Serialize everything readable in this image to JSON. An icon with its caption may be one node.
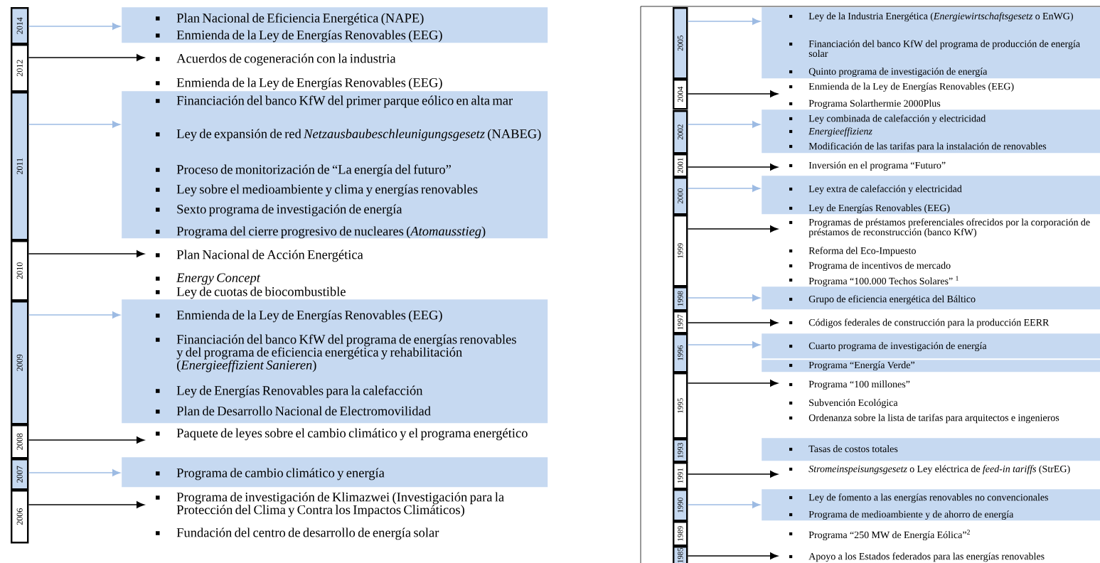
{
  "diagram": {
    "nodes": [
      {
        "text": [
          "2014"
        ]
      },
      {
        "text": [
          "Plan Nacional de Eficiencia Energética (NAPE)",
          "Enmienda de la Ley de Energías Renovables (EEG)"
        ]
      },
      {
        "text": [
          "2012"
        ]
      },
      {
        "text": [
          "Acuerdos de cogeneración con la industria",
          "Enmienda de la Ley de Energías Renovables (EEG)"
        ]
      },
      {
        "text": [
          "2011"
        ]
      },
      {
        "text": [
          "Financiación del banco KfW del primer parque eólico en alta mar",
          "Ley de expansión de red *Netzausbaubeschleunigungsgesetz* (NABEG)",
          "Proceso de monitorización de “La energía del futuro”",
          "Ley sobre el medioambiente y clima y energías renovables",
          "Sexto programa de investigación de energía",
          "Programa del cierre progresivo de nucleares (*Atomausstieg*)"
        ]
      },
      {
        "text": [
          "2010"
        ]
      },
      {
        "text": [
          "Plan Nacional de Acción Energética",
          "Energy Concept",
          "Ley de cuotas de biocombustible"
        ]
      },
      {
        "text": [
          "2009"
        ]
      },
      {
        "text": [
          "Enmienda de la Ley de Energías Renovables (EEG)",
          "Financiación del banco KfW del programa de energías renovables y del programa de eficiencia energética y rehabilitación (*Energieeffizient Sanieren*)",
          "Ley de Energías Renovables para la calefacción",
          "Plan de Desarrollo Nacional de Electromovilidad"
        ]
      },
      {
        "text": [
          "2008"
        ]
      },
      {
        "text": [
          "Paquete de leyes sobre el cambio climático y el programa energético"
        ]
      },
      {
        "text": [
          "2007"
        ]
      },
      {
        "text": [
          "Programa de cambio climático y energía"
        ]
      },
      {
        "text": [
          "2006"
        ]
      },
      {
        "text": [
          "Programa de investigación de Klimazwei (Investigación para la Protección del Clima y Contra los Impactos Climáticos)",
          "Fundación del centro de desarrollo de energía solar"
        ]
      },
      {
        "text": [
          "2005"
        ]
      },
      {
        "text": [
          "Ley de la Industria Energética (*Energiewirtschaftsgesetz* o EnWG)",
          "Financiación del banco KfW del programa de producción de energía solar",
          "Quinto programa de investigación de energía"
        ]
      },
      {
        "text": [
          "2004"
        ]
      },
      {
        "text": [
          "Enmienda de la Ley de Energías Renovables (EEG)",
          "Programa Solarthermie 2000Plus"
        ]
      },
      {
        "text": [
          "2002"
        ]
      },
      {
        "text": [
          "Ley combinada de calefacción y electricidad",
          "Energieeffizienz",
          "Modificación de las tarifas para la instalación de renovables"
        ]
      },
      {
        "text": [
          "2001"
        ]
      },
      {
        "text": [
          "Inversión en el programa “Futuro”"
        ]
      },
      {
        "text": [
          "2000"
        ]
      },
      {
        "text": [
          "Ley extra de calefacción y electricidad",
          "Ley de Energías Renovables (EEG)"
        ]
      },
      {
        "text": [
          "1999"
        ]
      },
      {
        "text": [
          "Programas de préstamos preferenciales ofrecidos por la corporación de préstamos de reconstrucción (banco KfW)",
          "Reforma del Eco-Impuesto",
          "Programa de incentivos de mercado",
          "Programa “100.000 Techos Solares” $^{1}$"
        ]
      },
      {
        "text": [
          "1998"
        ]
      },
      {
        "text": [
          "Grupo de eficiencia energética del Báltico"
        ]
      },
      {
        "text": [
          "1997"
        ]
      },
      {
        "text": [
          "Códigos federales de construcción para la producción EERR"
        ]
      },
      {
        "text": [
          "1996"
        ]
      },
      {
        "text": [
          "Cuarto programa de investigación de energía"
        ]
      },
      {
        "text": [
          "Programa “Energía Verde”"
        ]
      },
      {
        "text": [
          "1995"
        ]
      },
      {
        "text": [
          "Programa “100 millones”",
          "Subvención Ecológica",
          "Ordenanza sobre la lista de tarifas para arquitectos e ingenieros"
        ]
      },
      {
        "text": [
          "1993"
        ]
      },
      {
        "text": [
          "Tasas de costos totales"
        ]
      },
      {
        "text": [
          "1991"
        ]
      },
      {
        "text": [
          "*Stromeinspeisungsgesetz* o Ley eléctrica de *feed-in tariffs* (StrEG)"
        ]
      },
      {
        "text": [
          "1990"
        ]
      },
      {
        "text": [
          "Ley de fomento a las energías renovables no convencionales",
          "Programa de medioambiente y de ahorro de energía"
        ]
      },
      {
        "text": [
          "1989"
        ]
      },
      {
        "text": [
          "Programa “250 MW de Energía Eólica”$^{2}$"
        ]
      },
      {
        "text": [
          "1985"
        ]
      },
      {
        "text": [
          "Apoyo a los Estados federados para las energías renovables"
        ]
      }
    ],
    "edges": [
      {
        "from": 0,
        "to": 1,
        "arrow": "to",
        "color": "#9dbbe3"
      },
      {
        "from": 2,
        "to": 3,
        "arrow": "to"
      },
      {
        "from": 4,
        "to": 5,
        "arrow": "to",
        "color": "#9dbbe3"
      },
      {
        "from": 6,
        "to": 7,
        "arrow": "to"
      },
      {
        "from": 8,
        "to": 9,
        "arrow": "to",
        "color": "#9dbbe3"
      },
      {
        "from": 10,
        "to": 11,
        "arrow": "to"
      },
      {
        "from": 12,
        "to": 13,
        "arrow": "to",
        "color": "#9dbbe3"
      },
      {
        "from": 14,
        "to": 15,
        "arrow": "to"
      },
      {
        "from": 16,
        "to": 17,
        "arrow": "to",
        "color": "#9dbbe3"
      },
      {
        "from": 18,
        "to": 19,
        "arrow": "to"
      },
      {
        "from": 20,
        "to": 21,
        "arrow": "to",
        "color": "#9dbbe3"
      },
      {
        "from": 22,
        "to": 23,
        "arrow": "to"
      },
      {
        "from": 24,
        "to": 25,
        "arrow": "to",
        "color": "#9dbbe3"
      },
      {
        "from": 26,
        "to": 27,
        "arrow": "to"
      },
      {
        "from": 28,
        "to": 29,
        "arrow": "to",
        "color": "#9dbbe3"
      },
      {
        "from": 30,
        "to": 31,
        "arrow": "to"
      },
      {
        "from": 32,
        "to": 33,
        "arrow": "to",
        "color": "#9dbbe3"
      },
      {
        "from": 35,
        "to": 36,
        "arrow": "to"
      },
      {
        "from": 39,
        "to": 40,
        "arrow": "to"
      },
      {
        "from": 41,
        "to": 42,
        "arrow": "to",
        "color": "#9dbbe3"
      },
      {
        "from": 45,
        "to": 46,
        "arrow": "to"
      }
    ]
  }
}
